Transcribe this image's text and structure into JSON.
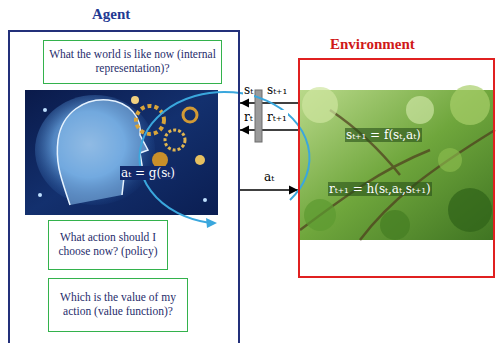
{
  "diagram": {
    "nodes": [
      {
        "text": [
          "Agent"
        ]
      },
      {
        "text": [
          "What the world is like now (internal representation)?"
        ],
        "in": 0
      },
      {
        "text": [
          "What action should I choose now? (policy)"
        ],
        "in": 0
      },
      {
        "text": [
          "Which is the value of my action (value function)?"
        ],
        "in": 0
      },
      {
        "text": [
          "Environment"
        ]
      }
    ],
    "edges": [
      {
        "from": 4,
        "to": 0,
        "label": "sₜ₊₁",
        "arrow": "to"
      },
      {
        "from": 4,
        "to": 0,
        "label": "rₜ₊₁",
        "arrow": "to"
      },
      {
        "from": 0,
        "to": 4,
        "label": "aₜ",
        "arrow": "to"
      }
    ],
    "labels": [
      "sₜ",
      "rₜ",
      "aₜ = g(sₜ)",
      "sₜ₊₁ = f(sₜ,aₜ)",
      "rₜ₊₁ = h(sₜ,aₜ,sₜ₊₁)"
    ]
  }
}
